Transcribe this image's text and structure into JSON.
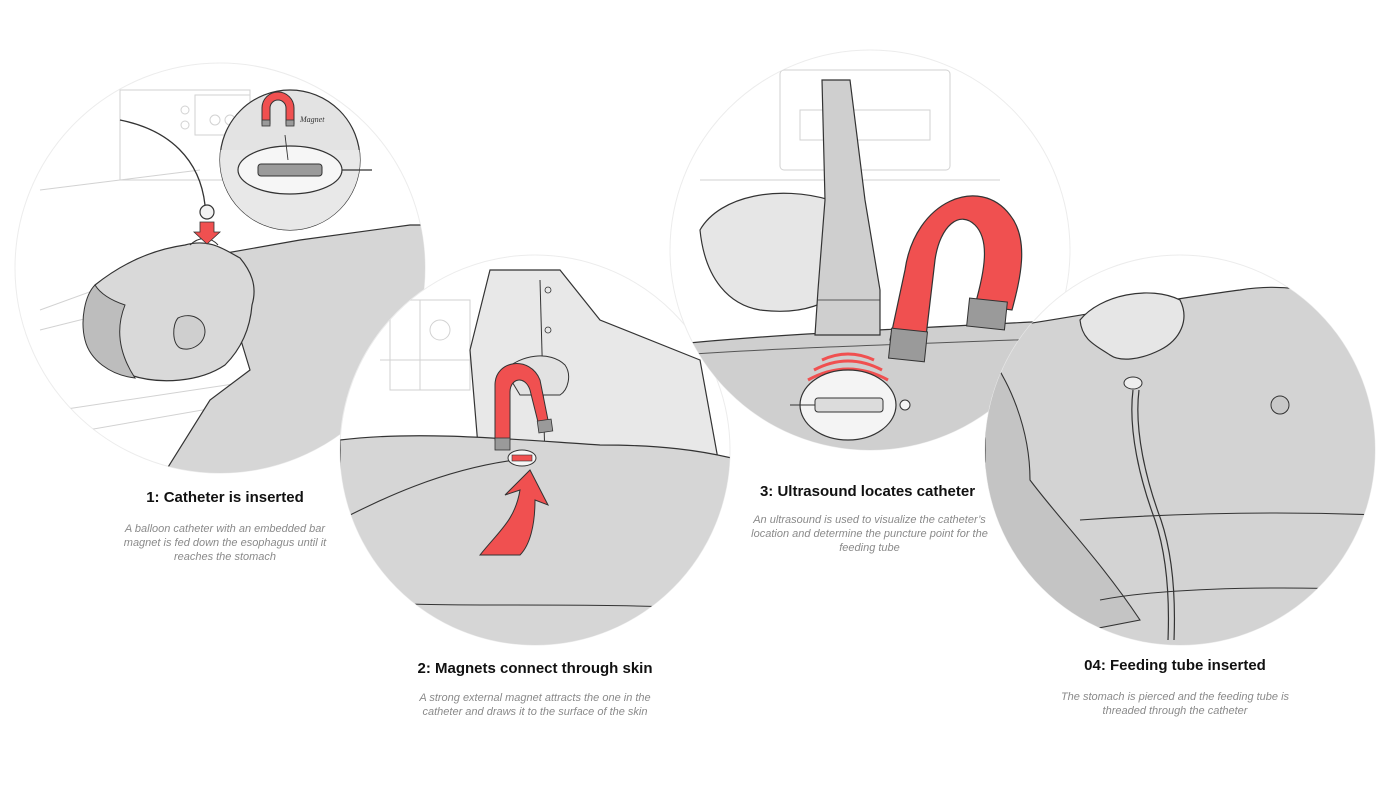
{
  "colors": {
    "accent_red": "#f05050",
    "illustration_gray": "#d9d9d9",
    "line_dark": "#333333",
    "title_text": "#111111",
    "description_text": "#8a8a8a",
    "background": "#ffffff"
  },
  "icons": {
    "magnet": "magnet-icon",
    "arrow": "arrow-up-icon",
    "ultrasound_waves": "ultrasound-waves-icon"
  },
  "steps": [
    {
      "title": "1: Catheter is inserted",
      "description": "A balloon catheter with an embedded bar magnet is fed down the esophagus until it reaches the stomach",
      "inset_label": "Magnet"
    },
    {
      "title": "2: Magnets connect through skin",
      "description": "A strong external magnet attracts the one in the catheter and draws it to the surface of the skin"
    },
    {
      "title": "3: Ultrasound locates catheter",
      "description": "An ultrasound is used to visualize the catheter’s location and determine the puncture point for the feeding tube"
    },
    {
      "title": "04: Feeding tube inserted",
      "description": "The stomach is pierced and the feeding tube is threaded through the catheter"
    }
  ]
}
